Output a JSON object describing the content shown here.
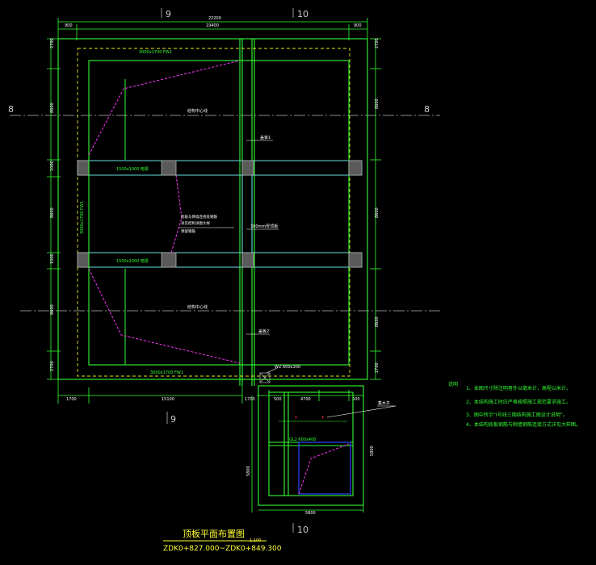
{
  "colors": {
    "background": "#000000",
    "wall": "#33ff33",
    "beam": "#66e0e0",
    "column": "#8a8a8a",
    "opening": "#ff33ff",
    "dashed_outline": "#e6e61a",
    "text_green": "#33ff33",
    "text_yellow": "#ffff33",
    "blue": "#3344ff",
    "red": "#ff3333",
    "axis": "#bbbbbb"
  },
  "axes": {
    "axis_9_top": "9",
    "axis_10_top": "10",
    "axis_9_bottom": "9",
    "axis_10_bottom": "10",
    "axis_8_left": "8",
    "axis_8_right": "8"
  },
  "dims": {
    "top_total": "22200",
    "top_seg_1": "900",
    "top_seg_2": "19400",
    "top_seg_3": "900",
    "left_1": "2700",
    "left_2": "8600",
    "left_3": "1000",
    "left_4": "8600",
    "left_5": "1000",
    "left_6": "8600",
    "left_7": "2700",
    "right_1": "2700",
    "right_2": "8600",
    "right_3": "8600",
    "right_4": "8600",
    "right_5": "2700",
    "bottom_1": "1700",
    "bottom_2": "15100",
    "bottom_3": "1700",
    "sump_top_1": "500",
    "sump_top_2": "4700",
    "sump_top_3": "500",
    "sump_left": "5800",
    "sump_right": "5800",
    "sump_bottom": "5800"
  },
  "openings": {
    "top_opening": "3000x1700 FW1",
    "left_opening": "3000x1700 FW1",
    "bottom_opening": "3000x1700 FW1",
    "beam_1": "1500x1000 暗梁",
    "beam_2": "1500x1000 暗梁",
    "sump_hole": "GL2 600x400",
    "wall_label": "WZ 600x300"
  },
  "annotations": {
    "axis_label_top": "结构中心线",
    "axis_label_bottom": "结构中心线",
    "mid_note_1": "底板与侧墙连接处钢筋",
    "mid_note_2": "详见结构详图大样",
    "mid_note_3": "预留钢筋",
    "right_label_1": "盖板1",
    "right_label_2": "300mm厚顶板",
    "right_label_3": "盖板2",
    "sump_leader": "集水井"
  },
  "notes": {
    "title": "说明",
    "items": [
      "1、本图尺寸除注明者外以毫米计，高程以米计。",
      "2、本结构施工时应严格按照施工规范要求施工。",
      "3、图中所示“Ⅰ号线三期结构施工图设计说明”。",
      "4、本结构底板钢筋与侧墙钢筋连接方式详见大样图。"
    ]
  },
  "caption": {
    "title": "顶板平面布置图",
    "scale": "1:100",
    "range": "ZDK0+827.000~ZDK0+849.300"
  }
}
